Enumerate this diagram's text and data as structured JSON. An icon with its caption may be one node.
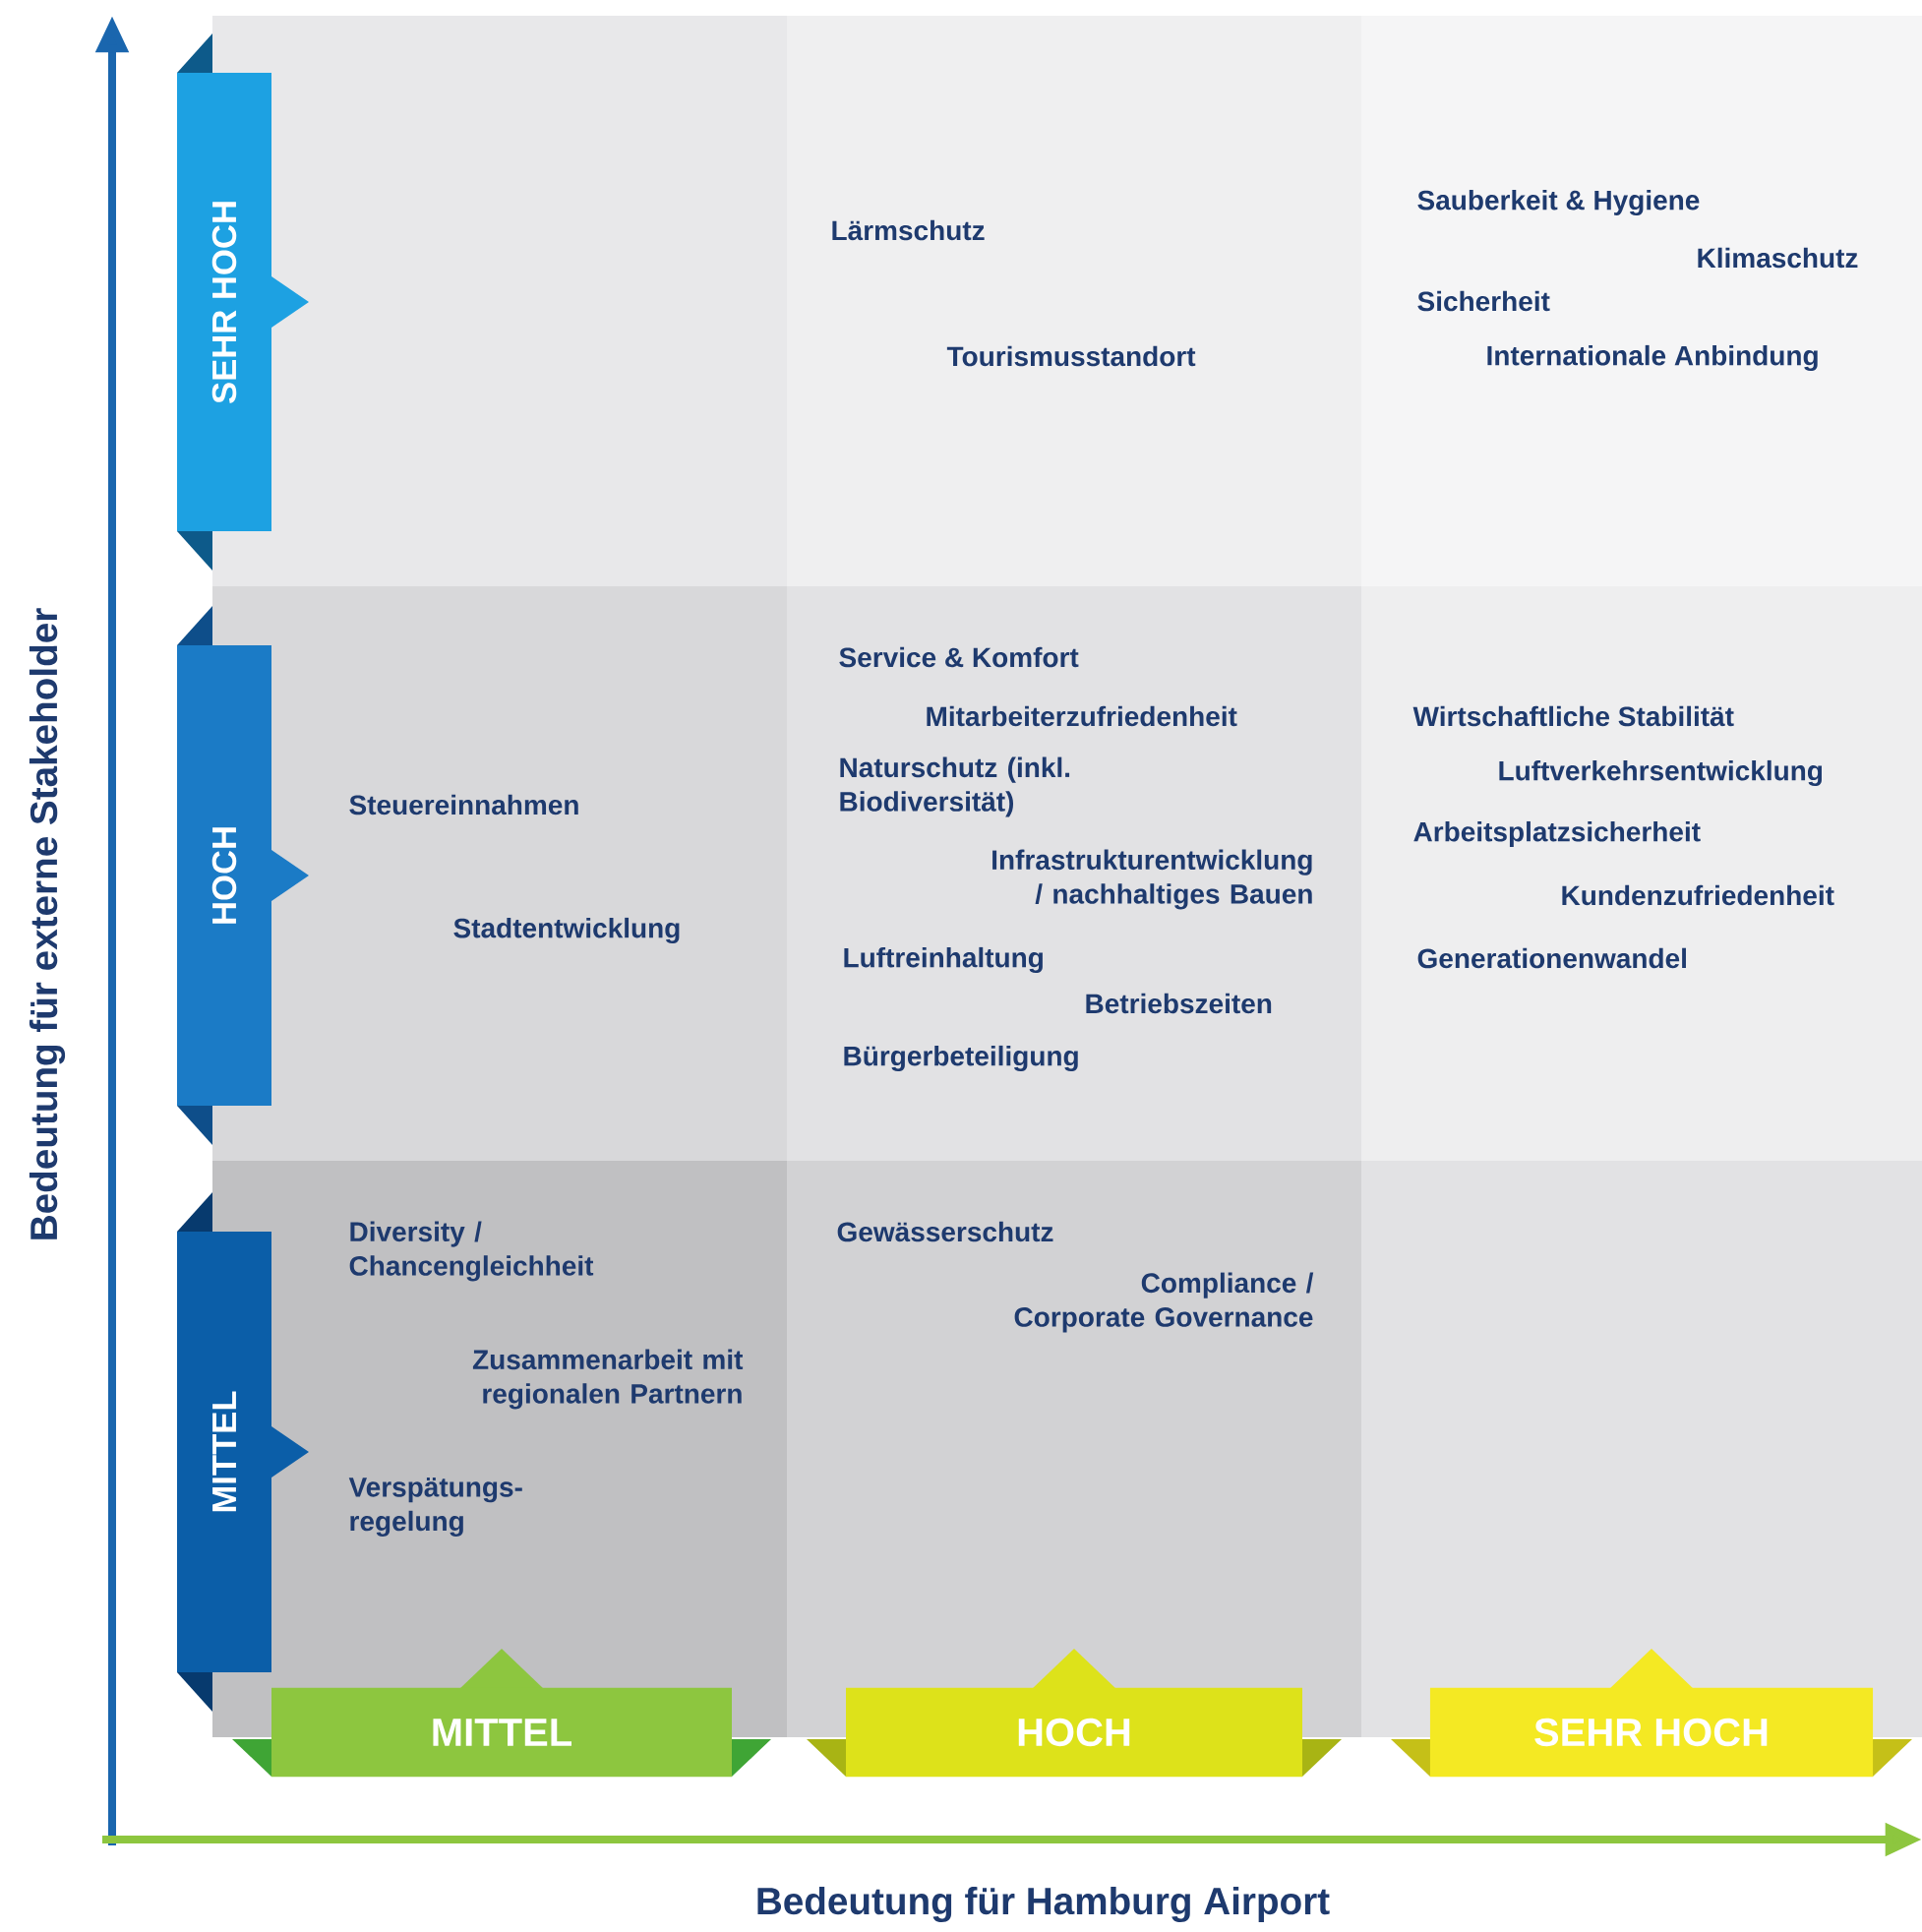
{
  "diagram": {
    "nodes": [
      {
        "text": [
          "SEHR HOCH"
        ]
      },
      {
        "text": [
          "HOCH"
        ]
      },
      {
        "text": [
          "MITTEL"
        ]
      },
      {
        "text": [
          "MITTEL"
        ]
      },
      {
        "text": [
          "HOCH"
        ]
      },
      {
        "text": [
          "SEHR HOCH"
        ]
      }
    ],
    "edges": [],
    "labels": [
      "Lärmschutz",
      "Tourismusstandort",
      "Sauberkeit & Hygiene",
      "Klimaschutz",
      "Sicherheit",
      "Internationale Anbindung",
      "Steuereinnahmen",
      "Stadtentwicklung",
      "Service & Komfort",
      "Mitarbeiterzufriedenheit",
      "Naturschutz (inkl. Biodiversität)",
      "Infrastrukturentwicklung / nachhaltiges Bauen",
      "Luftreinhaltung",
      "Betriebszeiten",
      "Bürgerbeteiligung",
      "Wirtschaftliche Stabilität",
      "Luftverkehrsentwicklung",
      "Arbeitsplatzsicherheit",
      "Kundenzufriedenheit",
      "Generationenwandel",
      "Diversity / Chancengleichheit",
      "Zusammenarbeit mit regionalen Partnern",
      "Verspätungs- regelung",
      "Gewässerschutz",
      "Compliance / Corporate Governance",
      "Bedeutung für externe Stakeholder",
      "Bedeutung für Hamburg Airport"
    ]
  }
}
